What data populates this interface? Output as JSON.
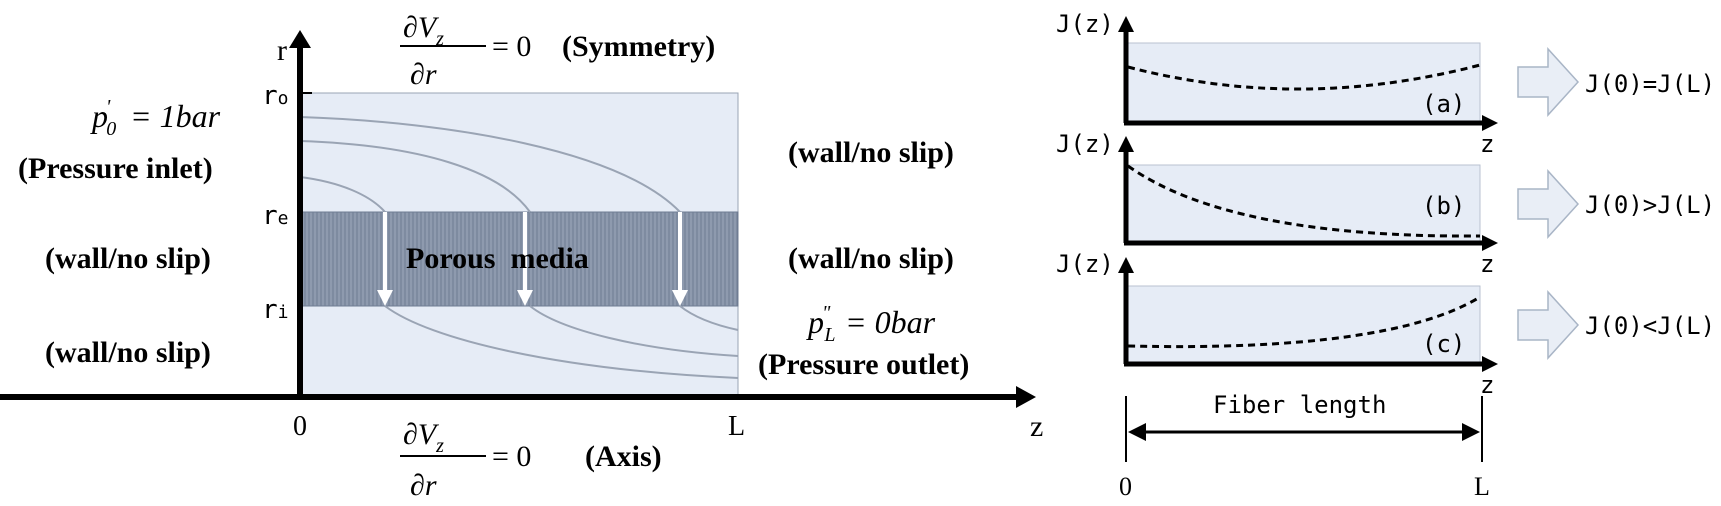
{
  "left": {
    "axis_r": "r",
    "axis_z": "z",
    "tick_ro": "r",
    "tick_ro_sub": "o",
    "tick_re": "r",
    "tick_re_sub": "e",
    "tick_ri": "r",
    "tick_ri_sub": "i",
    "tick_zero": "0",
    "tick_L": "L",
    "bc_top_rhs": "= 0",
    "bc_top_note": "(Symmetry)",
    "bc_bottom_rhs": "= 0",
    "bc_bottom_note": "(Axis)",
    "inlet_eq": "= 1bar",
    "inlet_label": "(Pressure inlet)",
    "outlet_eq": "= 0bar",
    "outlet_label": "(Pressure outlet)",
    "wall_left_mid": "(wall/no slip)",
    "wall_left_low": "(wall/no slip)",
    "wall_right_top": "(wall/no slip)",
    "wall_right_mid": "(wall/no slip)",
    "porous_label": "Porous  media",
    "colors": {
      "domain_fill": "#e6ecf6",
      "porous_fill": "#8e9aae",
      "streamline": "#9aa4b4",
      "arrow": "#ffffff"
    }
  },
  "right": {
    "panels": [
      {
        "ylabel": "J(z)",
        "xlabel": "z",
        "tag": "(a)",
        "result": "J(0)=J(L)"
      },
      {
        "ylabel": "J(z)",
        "xlabel": "z",
        "tag": "(b)",
        "result": "J(0)>J(L)"
      },
      {
        "ylabel": "J(z)",
        "xlabel": "z",
        "tag": "(c)",
        "result": "J(0)<J(L)"
      }
    ],
    "length_label": "Fiber length",
    "tick_zero": "0",
    "tick_L": "L",
    "colors": {
      "panel_fill": "#e6ecf6",
      "big_arrow": "#e9eef6",
      "big_arrow_stroke": "#a9b5c6"
    }
  }
}
